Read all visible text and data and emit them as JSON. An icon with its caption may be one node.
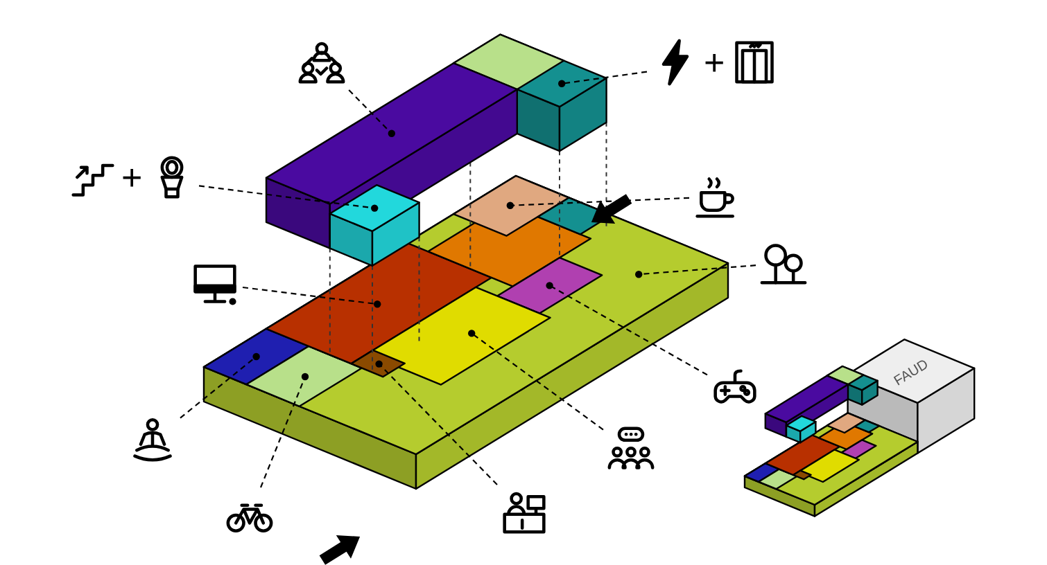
{
  "diagram": {
    "nodes": [
      {
        "text": [],
        "shape": "icon"
      },
      {
        "text": [
          "+"
        ]
      },
      {
        "text": [
          "+"
        ]
      },
      {
        "text": [],
        "shape": "icon"
      },
      {
        "text": [],
        "shape": "icon"
      },
      {
        "text": [],
        "shape": "icon"
      },
      {
        "text": [],
        "shape": "icon"
      },
      {
        "text": [],
        "shape": "icon"
      },
      {
        "text": [],
        "shape": "icon"
      },
      {
        "text": [],
        "shape": "icon"
      },
      {
        "text": [],
        "shape": "icon"
      }
    ],
    "edges": [
      {
        "from": 0,
        "to": null,
        "arrow": "other",
        "style": "dashed"
      },
      {
        "from": 1,
        "to": null,
        "arrow": "other",
        "style": "dashed"
      },
      {
        "from": 2,
        "to": null,
        "arrow": "other",
        "style": "dashed"
      },
      {
        "from": 3,
        "to": null,
        "arrow": "other",
        "style": "dashed"
      },
      {
        "from": 4,
        "to": null,
        "arrow": "other",
        "style": "dashed"
      },
      {
        "from": 5,
        "to": null,
        "arrow": "other",
        "style": "dashed"
      },
      {
        "from": 6,
        "to": null,
        "arrow": "other",
        "style": "dashed"
      },
      {
        "from": 7,
        "to": null,
        "arrow": "other",
        "style": "dashed"
      },
      {
        "from": 8,
        "to": null,
        "arrow": "other",
        "style": "dashed"
      },
      {
        "from": 9,
        "to": null,
        "arrow": "other",
        "style": "dashed"
      },
      {
        "from": 10,
        "to": null,
        "arrow": "other",
        "style": "dashed"
      }
    ],
    "labels": [
      "FAUD"
    ]
  }
}
